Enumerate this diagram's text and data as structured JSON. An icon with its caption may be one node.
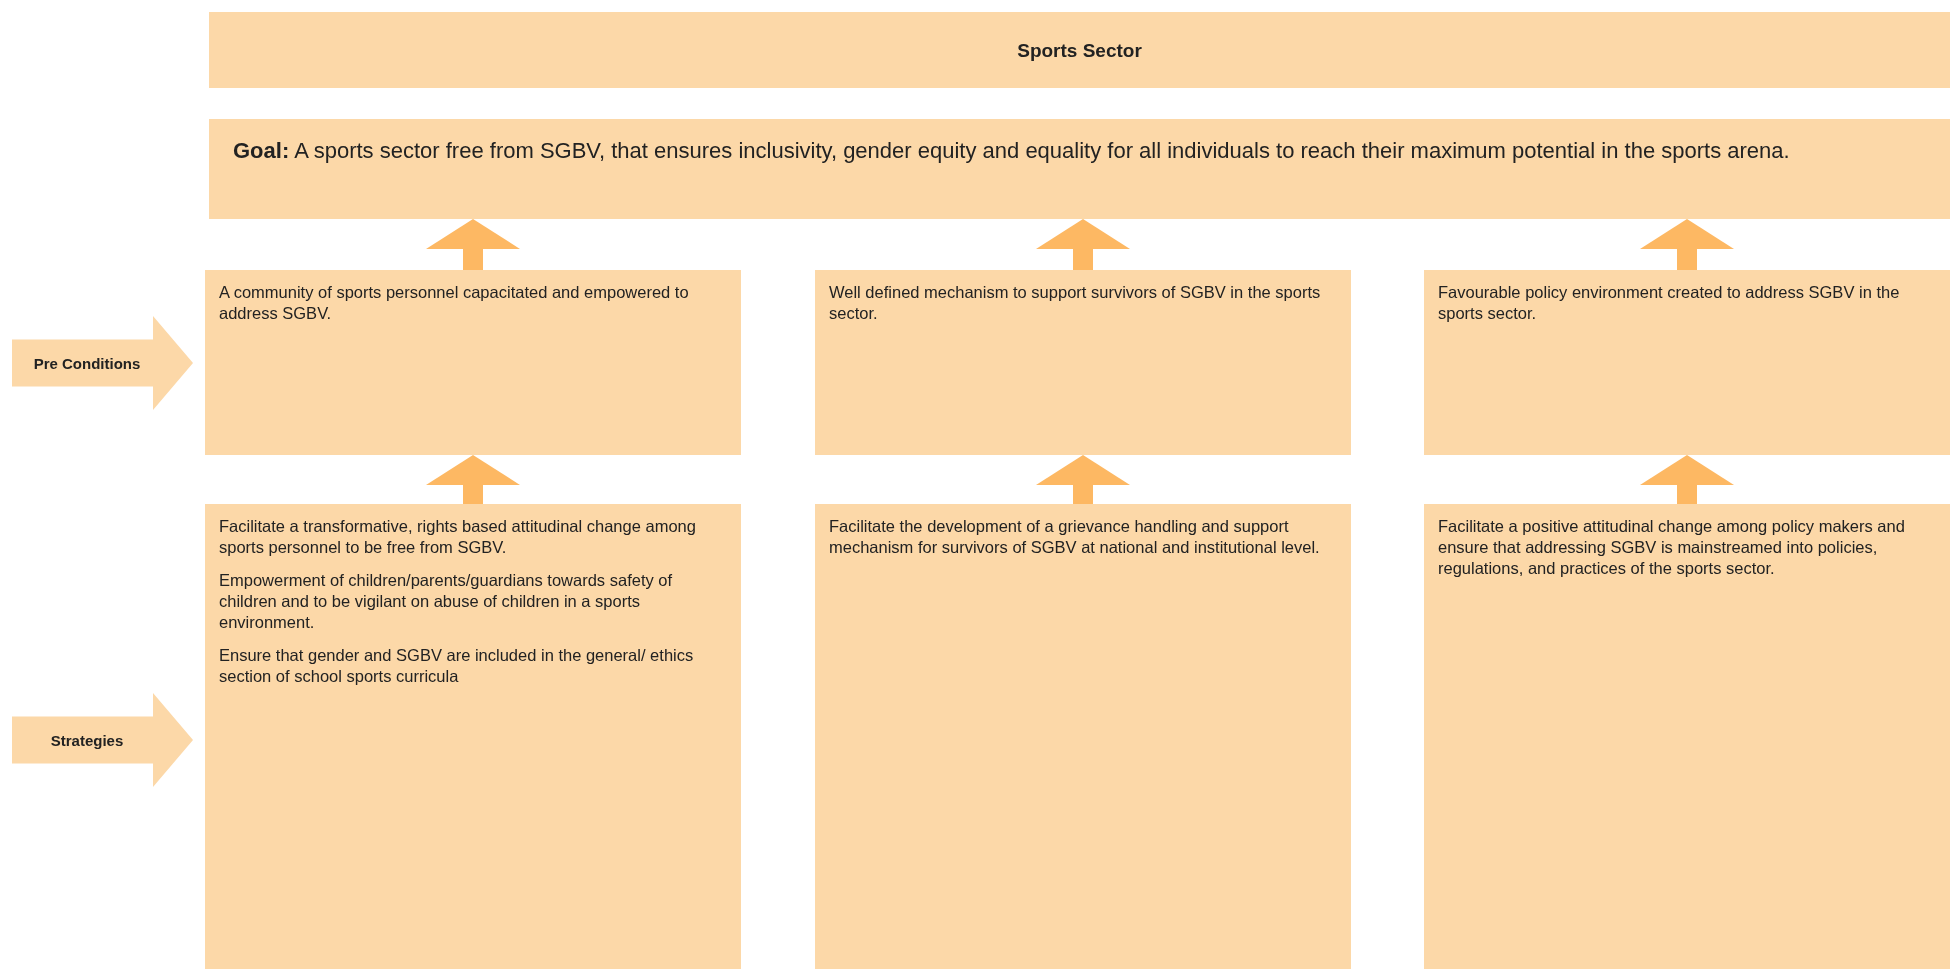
{
  "diagram": {
    "nodes": [
      {
        "text": [
          "Sports Sector"
        ]
      },
      {
        "text": [
          "**Goal:** A sports sector free from SGBV, that ensures inclusivity, gender equity and equality for all individuals to reach their maximum potential in the sports arena."
        ]
      },
      {
        "text": [
          "Pre Conditions"
        ]
      },
      {
        "text": [
          "A community of sports personnel capacitated and empowered to address SGBV."
        ]
      },
      {
        "text": [
          "Well defined mechanism to support survivors of SGBV in the sports sector."
        ]
      },
      {
        "text": [
          "Favourable policy environment created to address SGBV in the sports sector."
        ]
      },
      {
        "text": [
          "Strategies"
        ]
      },
      {
        "text": [
          "Facilitate a transformative, rights based attitudinal change among sports personnel to be free from SGBV.",
          "Empowerment of children/parents/guardians towards safety of children and to be vigilant on abuse of children in a sports environment.",
          "Ensure that gender and SGBV are included in the general/ ethics section of school sports curricula"
        ]
      },
      {
        "text": [
          "Facilitate the development of a grievance handling and support mechanism for survivors of SGBV at national and institutional level."
        ]
      },
      {
        "text": [
          "Facilitate a positive attitudinal change among policy makers and ensure that addressing SGBV is mainstreamed into policies, regulations, and practices of the sports sector."
        ]
      }
    ],
    "edges": [
      {
        "from": 3,
        "to": 1,
        "arrow": "to"
      },
      {
        "from": 4,
        "to": 1,
        "arrow": "to"
      },
      {
        "from": 5,
        "to": 1,
        "arrow": "to"
      },
      {
        "from": 7,
        "to": 3,
        "arrow": "to"
      },
      {
        "from": 8,
        "to": 4,
        "arrow": "to"
      },
      {
        "from": 9,
        "to": 5,
        "arrow": "to"
      }
    ]
  }
}
